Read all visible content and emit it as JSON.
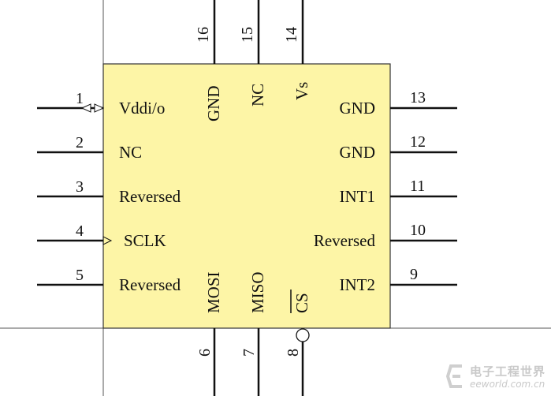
{
  "chip": {
    "body_color": "#fdf5a6",
    "left_pins": [
      {
        "num": "1",
        "label": "Vddi/o"
      },
      {
        "num": "2",
        "label": "NC"
      },
      {
        "num": "3",
        "label": "Reversed"
      },
      {
        "num": "4",
        "label": "SCLK"
      },
      {
        "num": "5",
        "label": "Reversed"
      }
    ],
    "right_pins": [
      {
        "num": "13",
        "label": "GND"
      },
      {
        "num": "12",
        "label": "GND"
      },
      {
        "num": "11",
        "label": "INT1"
      },
      {
        "num": "10",
        "label": "Reversed"
      },
      {
        "num": "9",
        "label": "INT2"
      }
    ],
    "top_pins": [
      {
        "num": "16",
        "label": "GND"
      },
      {
        "num": "15",
        "label": "NC"
      },
      {
        "num": "14",
        "label": "Vs"
      }
    ],
    "bottom_pins": [
      {
        "num": "6",
        "label": "MOSI"
      },
      {
        "num": "7",
        "label": "MISO"
      },
      {
        "num": "8",
        "label": "CS"
      }
    ]
  },
  "watermark": {
    "cn": "电子工程世界",
    "en": "eeworld.com.cn",
    "logo_icon": "eeworld-logo-icon"
  }
}
